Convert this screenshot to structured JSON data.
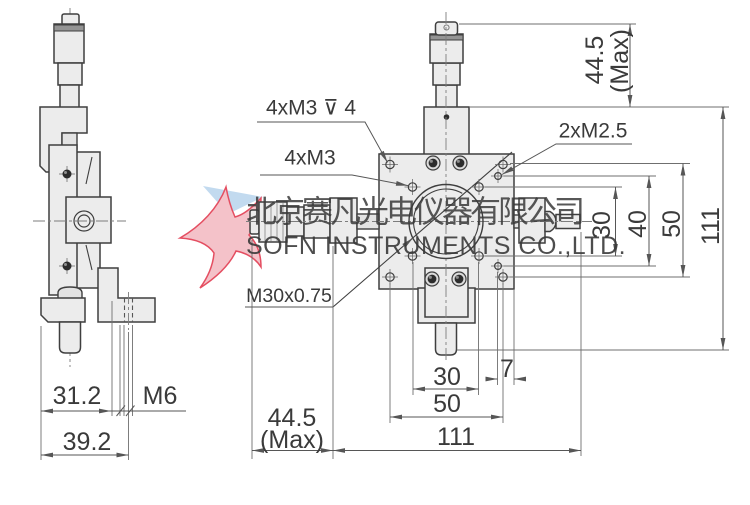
{
  "title": "XYZ translation stage engineering drawing",
  "labels": {
    "m3_depth": "4xM3 ⊽ 4",
    "m3": "4xM3",
    "m25": "2xM2.5",
    "m30": "M30x0.75",
    "m6": "M6"
  },
  "dimensions": {
    "mic_travel": "44.5",
    "mic_travel_max": "(Max)",
    "overall": "111",
    "span_30": "30",
    "span_40": "40",
    "span_50": "50",
    "edge_offset": "7",
    "side_width": "31.2",
    "side_full_width": "39.2"
  },
  "watermark": {
    "company_cn": "北京赛凡光电仪器有限公司",
    "company_en": "SOFN INSTRUMENTS CO.,LTD."
  },
  "colors": {
    "outline": "#3f3f3f",
    "dimension": "#565656",
    "body_fill": "#ececec",
    "watermark_blue": "#aecfe9",
    "watermark_gray": "#c6c6c6",
    "logo_red": "#e23b50",
    "logo_pink": "#f3bcc4",
    "logo_blue": "#bcd7ee"
  }
}
